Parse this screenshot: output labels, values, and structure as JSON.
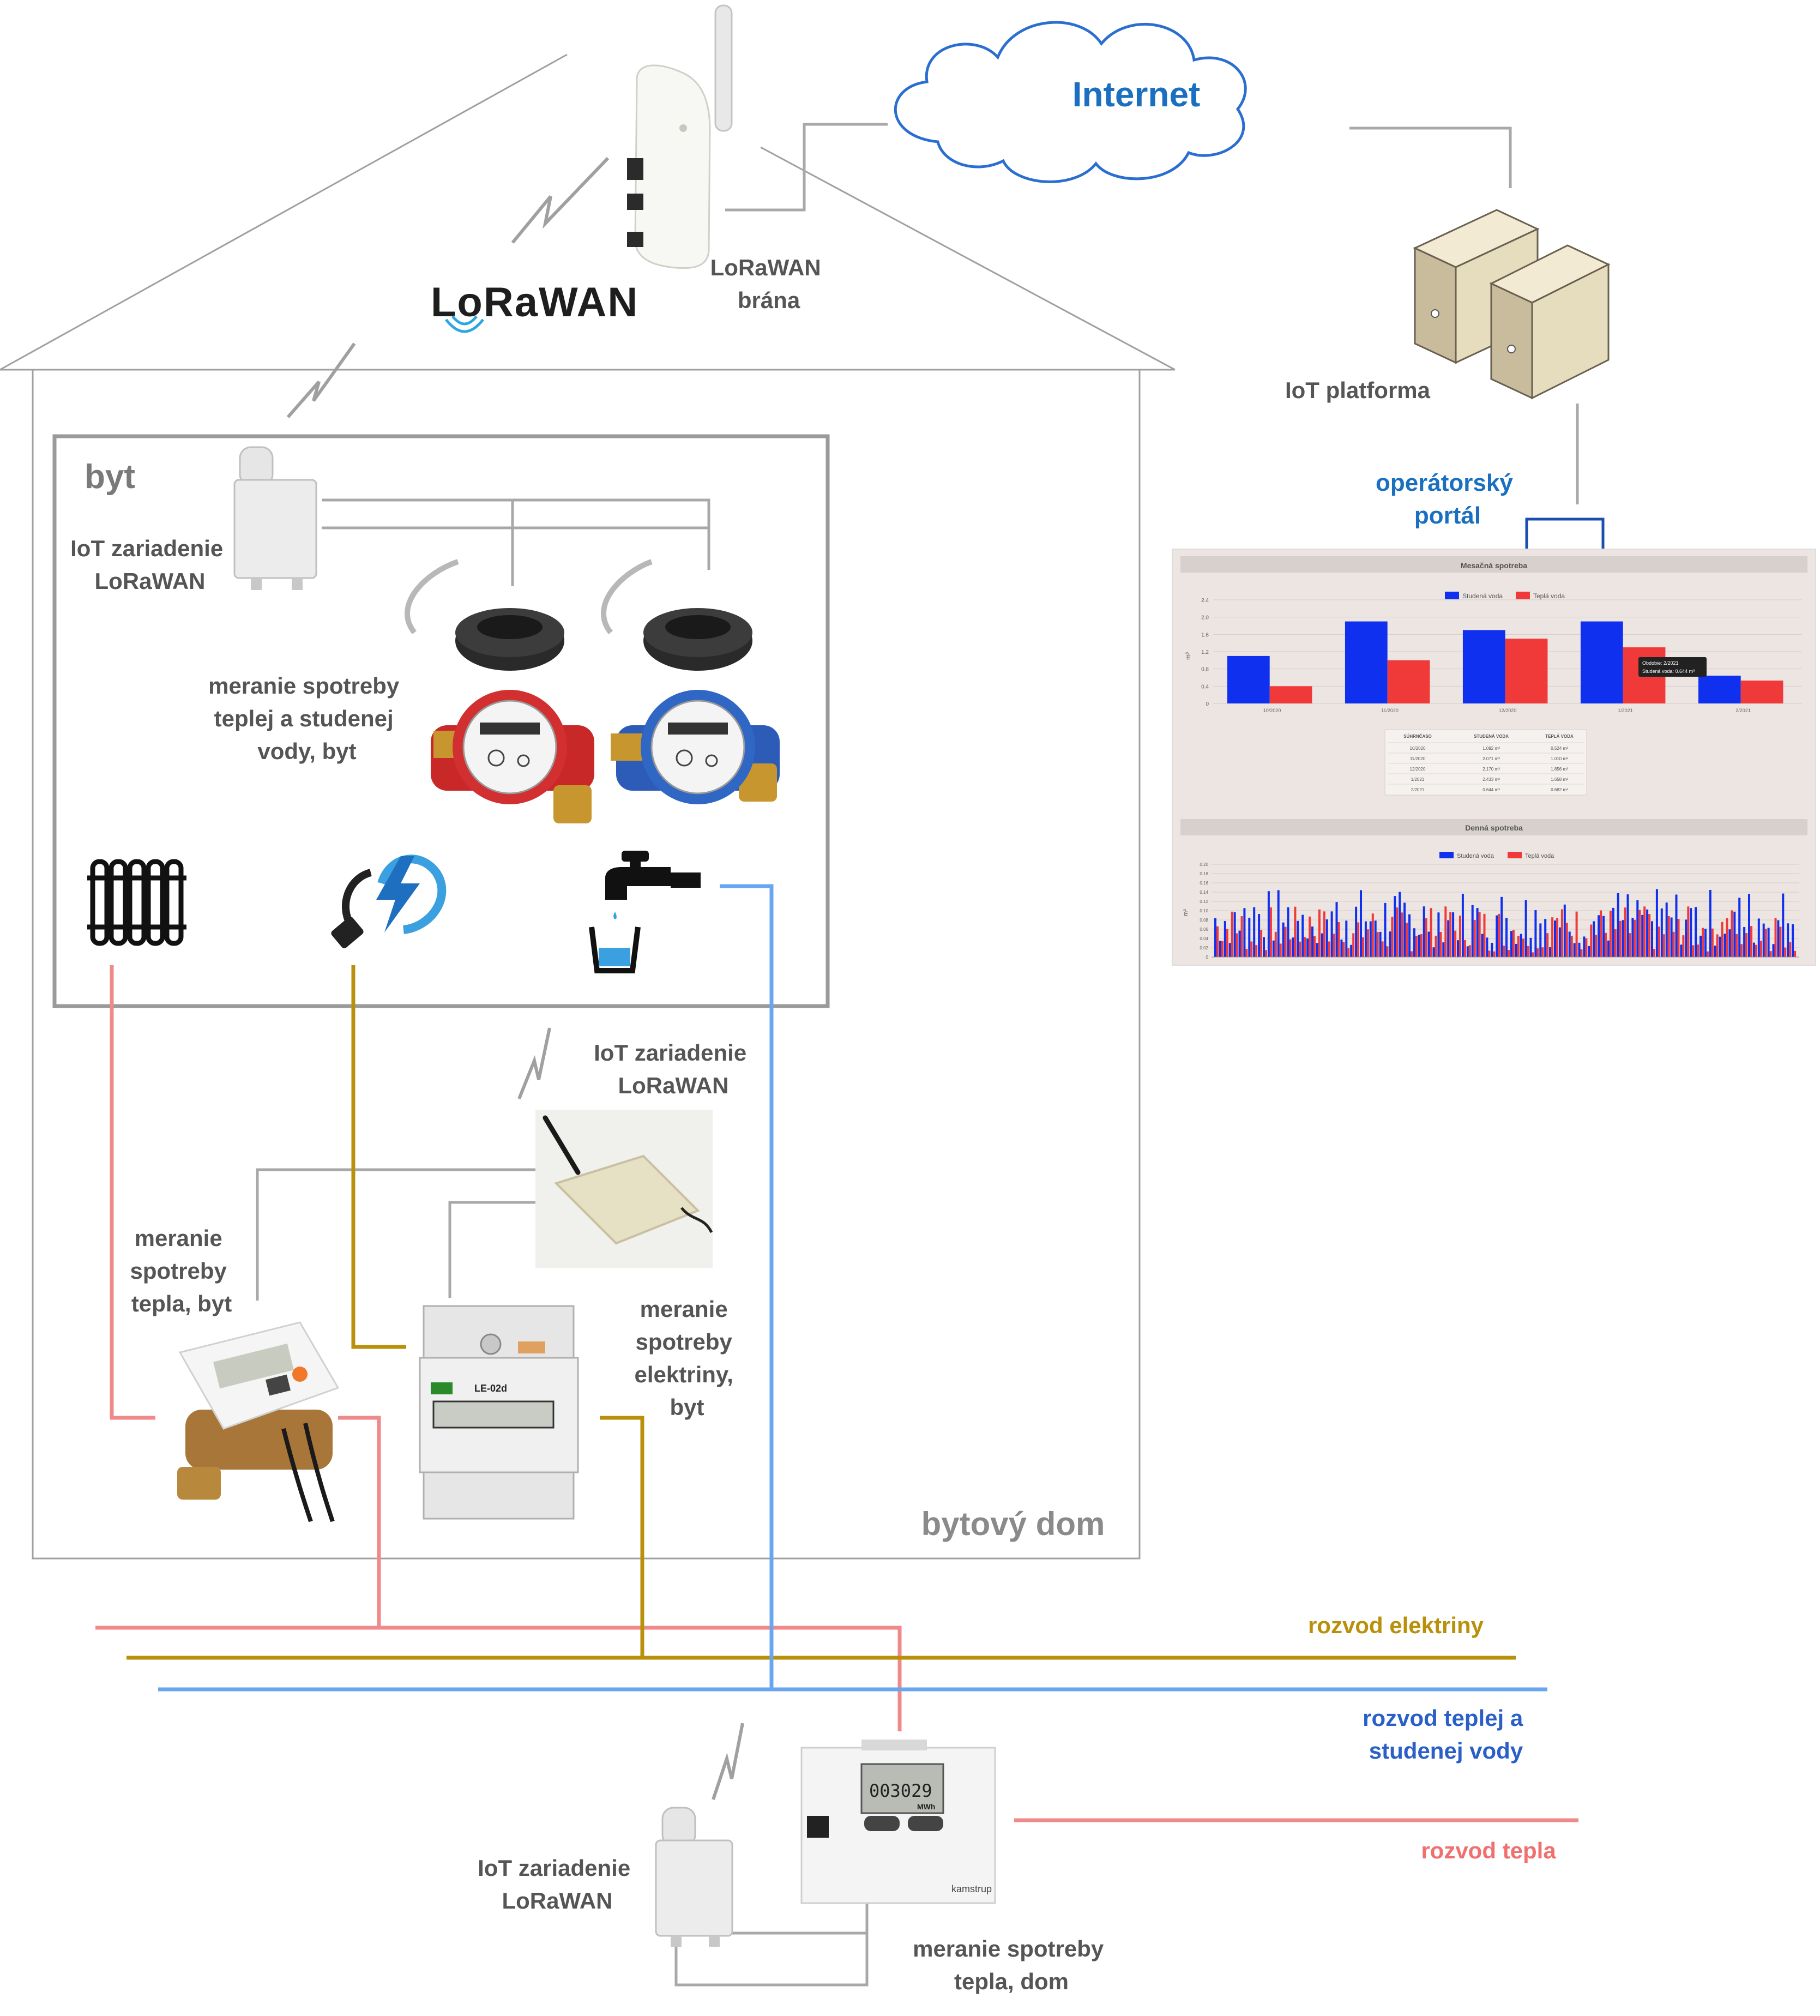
{
  "colors": {
    "electricity": "#b8900a",
    "water": "#6aa6f0",
    "heat": "#f08a8a",
    "wire": "#a8a8a8",
    "internet_text": "#1a6fc0",
    "portal_text": "#1a6fc0",
    "elec_label": "#b8900a",
    "water_label": "#2a5fc8",
    "heat_label": "#f07070",
    "bar_cold": "#1030f0",
    "bar_hot": "#f03a3a"
  },
  "labels": {
    "internet": "Internet",
    "lorawan_logo": "LoRaWAN",
    "gateway_l1": "LoRaWAN",
    "gateway_l2": "brána",
    "iot_platform": "IoT platforma",
    "portal_l1": "operátorský",
    "portal_l2": "portál",
    "byt": "byt",
    "iot_device_1_l1": "IoT zariadenie",
    "iot_device_1_l2": "LoRaWAN",
    "water_meas_l1": "meranie spotreby",
    "water_meas_l2": "teplej a studenej",
    "water_meas_l3": "vody, byt",
    "iot_device_2_l1": "IoT zariadenie",
    "iot_device_2_l2": "LoRaWAN",
    "heat_meas_l1": "meranie",
    "heat_meas_l2": "spotreby",
    "heat_meas_l3": "tepla, byt",
    "elec_meas_l1": "meranie",
    "elec_meas_l2": "spotreby",
    "elec_meas_l3": "elektriny,",
    "elec_meas_l4": "byt",
    "bytovy_dom": "bytový dom",
    "rozvod_elektriny": "rozvod elektriny",
    "rozvod_vody_l1": "rozvod teplej a",
    "rozvod_vody_l2": "studenej vody",
    "rozvod_tepla": "rozvod tepla",
    "iot_device_3_l1": "IoT zariadenie",
    "iot_device_3_l2": "LoRaWAN",
    "heat_dom_l1": "meranie spotreby",
    "heat_dom_l2": "tepla, dom"
  },
  "devices": {
    "elec_meter_model": "LE-02d",
    "house_heat_meter_brand": "kamstrup",
    "house_heat_meter_reading": "003029",
    "house_heat_meter_unit": "MWh"
  },
  "chart_data": [
    {
      "type": "bar",
      "title": "Mesačná spotreba",
      "categories": [
        "10/2020",
        "11/2020",
        "12/2020",
        "1/2021",
        "2/2021"
      ],
      "series": [
        {
          "name": "Studená voda",
          "values": [
            1.1,
            1.9,
            1.7,
            1.9,
            0.644
          ]
        },
        {
          "name": "Teplá voda",
          "values": [
            0.4,
            1.0,
            1.5,
            1.3,
            0.53
          ]
        }
      ],
      "ylabel": "m³",
      "ylim": [
        0,
        2.4
      ],
      "yticks": [
        "2.4",
        "2.0",
        "1.6",
        "1.2",
        "0.8",
        "0.4",
        "0"
      ],
      "legend": "top",
      "tooltip_l1": "Obdobie: 2/2021",
      "tooltip_l2": "Studená voda: 0.644 m³"
    },
    {
      "type": "table",
      "columns": [
        "SÚHRNČASO",
        "STUDENÁ VODA",
        "TEPLÁ VODA"
      ],
      "rows": [
        [
          "10/2020",
          "1.092 m³",
          "0.524 m³"
        ],
        [
          "11/2020",
          "2.071 m³",
          "1.010 m³"
        ],
        [
          "12/2020",
          "2.170 m³",
          "1.856 m³"
        ],
        [
          "1/2021",
          "2.433 m³",
          "1.658 m³"
        ],
        [
          "2/2021",
          "0.644 m³",
          "0.682 m³"
        ]
      ]
    },
    {
      "type": "bar",
      "title": "Denná spotreba",
      "series": [
        {
          "name": "Studená voda"
        },
        {
          "name": "Teplá voda"
        }
      ],
      "ylabel": "m³",
      "ylim": [
        0,
        0.2
      ],
      "yticks": [
        "0.20",
        "0.18",
        "0.16",
        "0.14",
        "0.12",
        "0.10",
        "0.08",
        "0.06",
        "0.04",
        "0.02",
        "0"
      ],
      "legend": "top"
    }
  ]
}
